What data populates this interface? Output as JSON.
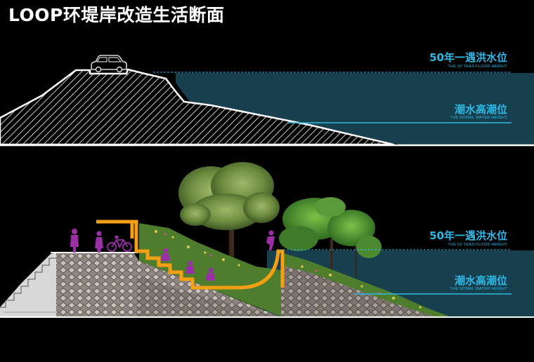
{
  "title": "LOOP环堤岸改造生活断面",
  "top_section": {
    "flood_level": {
      "cn": "50年一遇洪水位",
      "en": "THE 50 YEAS FLOOD HEIGHT"
    },
    "tide_level": {
      "cn": "潮水高潮位",
      "en": "THE NOMAL WATER HEIGHT"
    }
  },
  "bottom_section": {
    "flood_level": {
      "cn": "50年一遇洪水位",
      "en": "THE 50 YEAS FLOOD HEIGHT"
    },
    "tide_level": {
      "cn": "潮水高潮位",
      "en": "THE NOMAL WATER HEIGHT"
    }
  },
  "colors": {
    "background": "#000000",
    "water": "#173f4d",
    "water_line": "#2eb8e6",
    "label": "#2eb8e6",
    "structure_accent": "#f5a014",
    "people": "#9b2fa8",
    "vegetation": "#4f7d2e"
  },
  "icons": [
    "car-icon",
    "bicycle-icon",
    "person-icon",
    "tree-icon"
  ]
}
